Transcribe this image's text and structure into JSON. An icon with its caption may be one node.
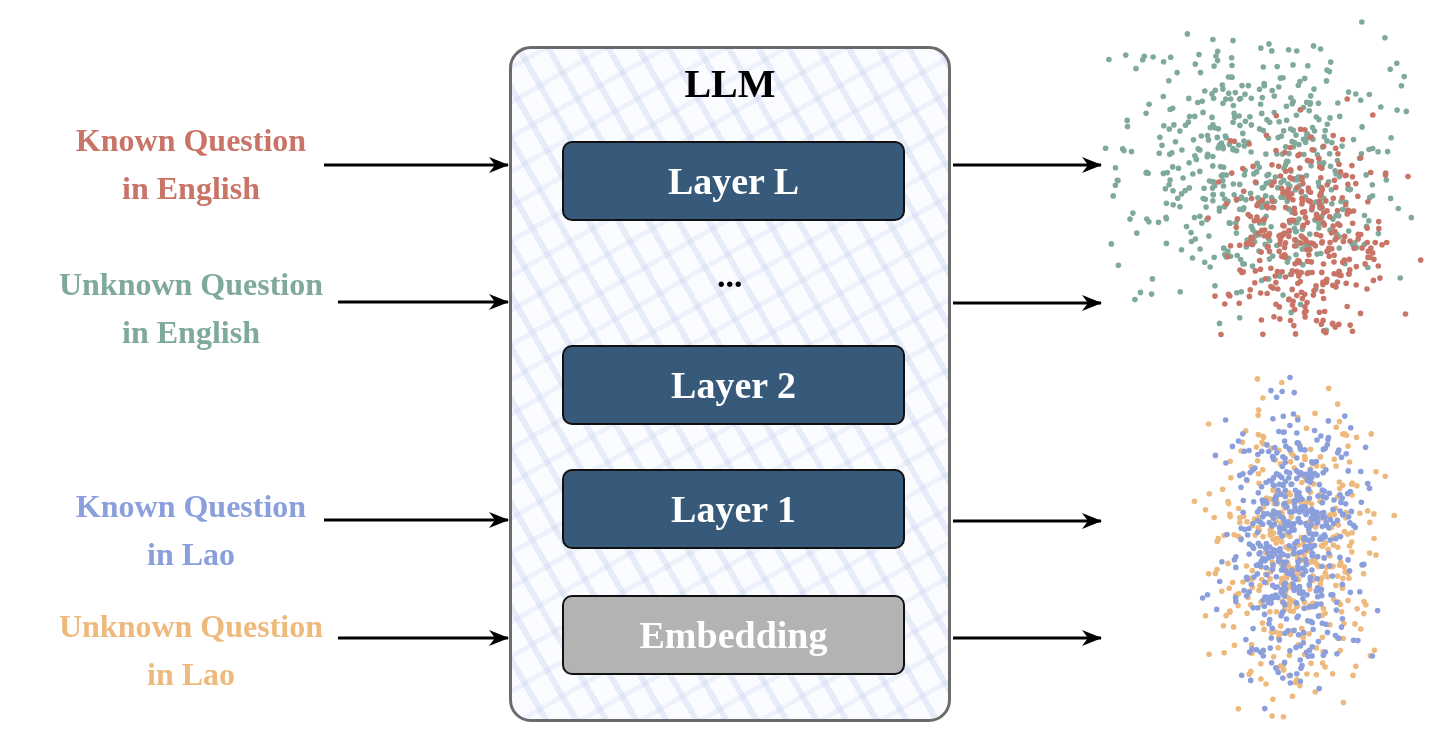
{
  "diagram": {
    "nodes": [
      {
        "text": [
          "Known Question in English"
        ]
      },
      {
        "text": [
          "Unknown Question in English"
        ]
      },
      {
        "text": [
          "Known Question in Lao"
        ]
      },
      {
        "text": [
          "Unknown Question in Lao"
        ]
      },
      {
        "text": [
          "LLM"
        ]
      },
      {
        "text": [
          "Layer L"
        ],
        "in": 4
      },
      {
        "text": [
          "Layer 2"
        ],
        "in": 4
      },
      {
        "text": [
          "Layer 1"
        ],
        "in": 4
      },
      {
        "text": [
          "Embedding"
        ],
        "in": 4
      },
      {
        "text": [],
        "shape": "picture"
      },
      {
        "text": [],
        "shape": "picture"
      }
    ],
    "edges": [
      {
        "from": 0,
        "to": 4,
        "arrow": "to"
      },
      {
        "from": 1,
        "to": 4,
        "arrow": "to"
      },
      {
        "from": 2,
        "to": 4,
        "arrow": "to"
      },
      {
        "from": 3,
        "to": 4,
        "arrow": "to"
      },
      {
        "from": 4,
        "to": 9,
        "arrow": "to"
      },
      {
        "from": 4,
        "to": 9,
        "arrow": "to"
      },
      {
        "from": 4,
        "to": 10,
        "arrow": "to"
      },
      {
        "from": 4,
        "to": 10,
        "arrow": "to"
      }
    ],
    "labels": [
      "..."
    ]
  }
}
